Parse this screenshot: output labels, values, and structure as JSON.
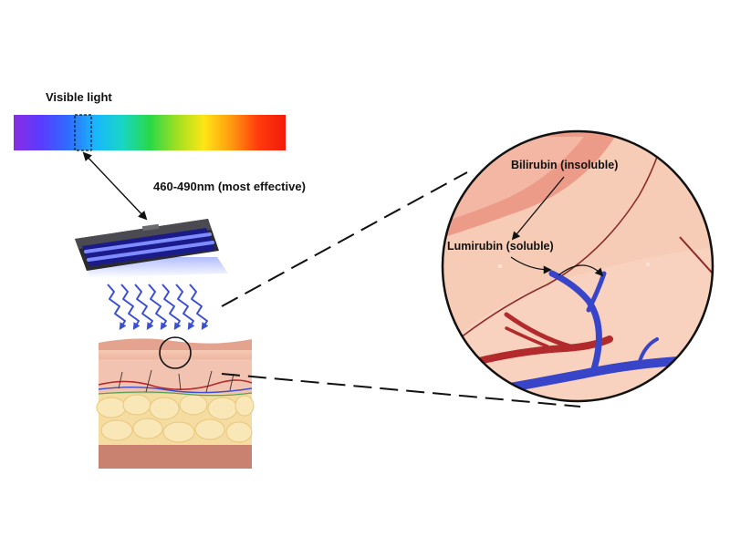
{
  "labels": {
    "visible_light": "Visible light",
    "wavelength_range": "460-490nm (most effective)",
    "bilirubin": "Bilirubin (insoluble)",
    "lumirubin": "Lumirubin (soluble)"
  },
  "colors": {
    "spectrum": [
      "#8a2be2",
      "#5a3cff",
      "#2f6bff",
      "#18b6ff",
      "#19d6c4",
      "#27d84a",
      "#9fe021",
      "#ffe516",
      "#ff9a10",
      "#ff3a0c",
      "#f21a0a"
    ],
    "arrow_blue": "#3b4fd1",
    "vein_blue": "#3845c8",
    "artery_red": "#b8282b",
    "skin_surface": "#f3c2ad",
    "fat_layer": "#f5dca0",
    "muscle_layer": "#cf8e7c"
  },
  "icons": {
    "lamp": "phototherapy-lamp-icon",
    "skin": "skin-cross-section-icon",
    "magnifier": "magnified-skin-circle-icon"
  }
}
